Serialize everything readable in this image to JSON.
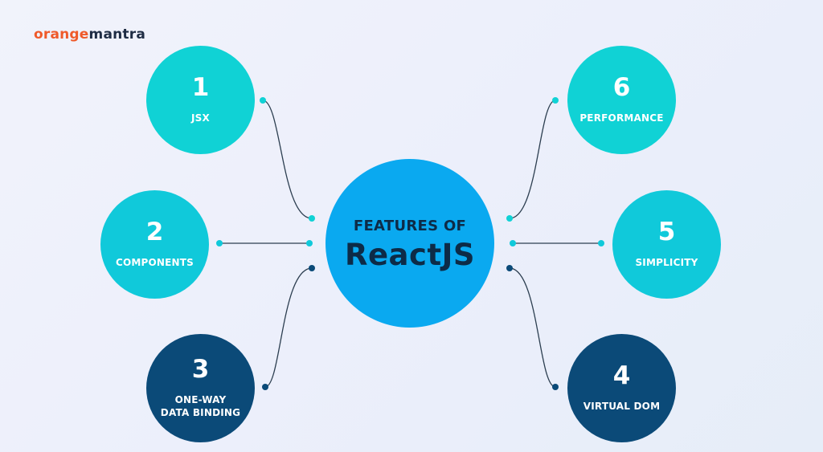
{
  "brand": {
    "part1": "orange",
    "part2": "mantra"
  },
  "center": {
    "line1": "FEATURES OF",
    "line2": "ReactJS"
  },
  "features": [
    {
      "number": "1",
      "label": "JSX"
    },
    {
      "number": "2",
      "label": "COMPONENTS"
    },
    {
      "number": "3",
      "label": "ONE-WAY DATA BINDING"
    },
    {
      "number": "4",
      "label": "VIRTUAL DOM"
    },
    {
      "number": "5",
      "label": "SIMPLICITY"
    },
    {
      "number": "6",
      "label": "PERFORMANCE"
    }
  ],
  "colors": {
    "teal": "#10d2d5",
    "cyan": "#10c9da",
    "navy": "#0b4a78",
    "center": "#0aa9f0",
    "brand_orange": "#ef5a2a"
  }
}
